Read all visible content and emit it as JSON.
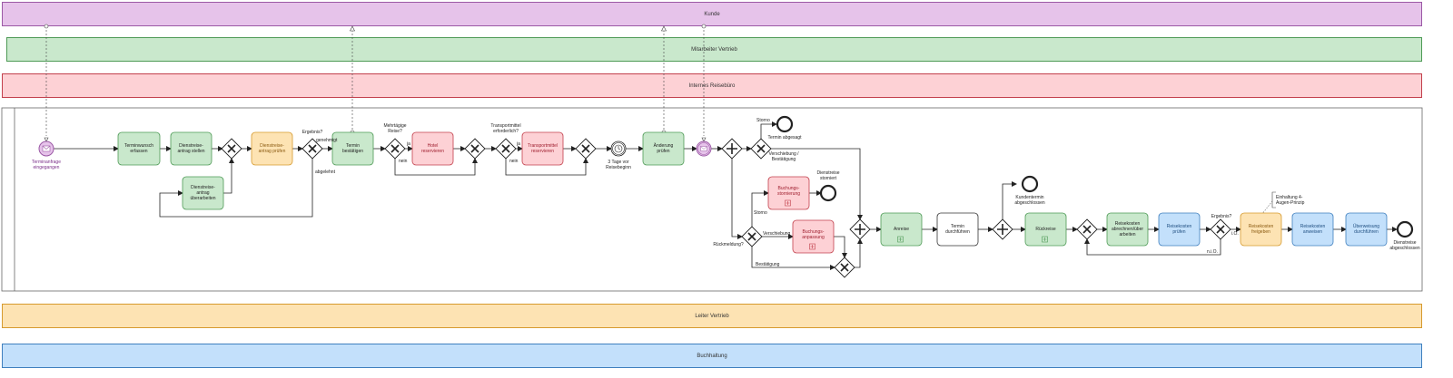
{
  "pools": {
    "kunde": "Kunde",
    "mitarbeiter": "Mitarbeiter Vertrieb",
    "reisebuero": "Internes Reisebüro",
    "leiter": "Leiter Vertrieb",
    "buchhaltung": "Buchhaltung"
  },
  "events": {
    "start": [
      "Terminanfrage",
      "eingegangen"
    ],
    "timer": [
      "3 Tage vor",
      "Reisebeginn"
    ],
    "termin_abgesagt": [
      "Termin abgesagt"
    ],
    "dienstreise_storniert": [
      "Dienstreise",
      "storniert"
    ],
    "kundentermin_abgeschlossen": [
      "Kundentermin",
      "abgeschlossen"
    ],
    "dienstreise_abgeschlossen": [
      "Dienstreise",
      "abgeschlossen"
    ]
  },
  "tasks": {
    "terminwunsch": [
      "Terminwunsch",
      "erfassen"
    ],
    "antrag_stellen": [
      "Dienstreise-",
      "antrag stellen"
    ],
    "antrag_pruefen": [
      "Dienstreise-",
      "antrag prüfen"
    ],
    "antrag_ueberarbeiten": [
      "Dienstreise-",
      "antrag",
      "überarbeiten"
    ],
    "termin_bestaetigen": [
      "Termin",
      "bestätigen"
    ],
    "hotel": [
      "Hotel",
      "reservieren"
    ],
    "transport": [
      "Transportmittel",
      "reservieren"
    ],
    "aenderung": [
      "Änderung",
      "prüfen"
    ],
    "buchungsstornierung": [
      "Buchungs-",
      "stornierung"
    ],
    "buchungsanpassung": [
      "Buchungs-",
      "anpassung"
    ],
    "anreise": [
      "Anreise"
    ],
    "termin_durchfuehren": [
      "Termin",
      "durchführen"
    ],
    "rueckreise": [
      "Rückreise"
    ],
    "reisekosten_abrechnen": [
      "Reisekosten",
      "abrechnen/über",
      "arbeiten"
    ],
    "reisekosten_pruefen": [
      "Reisekosten",
      "prüfen"
    ],
    "reisekosten_freigeben": [
      "Reisekosten",
      "freigeben"
    ],
    "reisekosten_anweisen": [
      "Reisekosten",
      "anweisen"
    ],
    "ueberweisung": [
      "Überweisung",
      "durchführen"
    ]
  },
  "labels": {
    "ergebnis1": "Ergebnis?",
    "genehmigt": "genehmigt",
    "abgelehnt": "abgelehnt",
    "mehrtaegig": [
      "Mehrtägige",
      "Reise?"
    ],
    "ja1": "ja",
    "nein1": "nein",
    "transportmittel": [
      "Transportmittel",
      "erforderlich?"
    ],
    "ja2": "ja",
    "nein2": "nein",
    "storno1": "Storno",
    "verschiebung_bestaetigung": [
      "Verschiebung /",
      "Bestätigung"
    ],
    "storno2": "Storno",
    "verschiebung": "Verschiebung",
    "bestaetigung": "Bestätigung",
    "rueckmeldung": "Rückmeldung?",
    "ergebnis2": "Ergebnis?",
    "io": "i.O.",
    "nio": "n.i.O.",
    "annotation": [
      "Einhaltung 4-",
      "Augen-Prinzip"
    ]
  },
  "colors": {
    "kunde_fill": "#e6c3ea",
    "kunde_stroke": "#9b58a5",
    "mitarbeiter_fill": "#c9e8cc",
    "mitarbeiter_stroke": "#4e9a56",
    "reisebuero_fill": "#fdd1d5",
    "reisebuero_stroke": "#c2404c",
    "leiter_fill": "#fde3b3",
    "leiter_stroke": "#d69a2e",
    "buchhaltung_fill": "#c3e0fb",
    "buchhaltung_stroke": "#3f7fbe"
  }
}
